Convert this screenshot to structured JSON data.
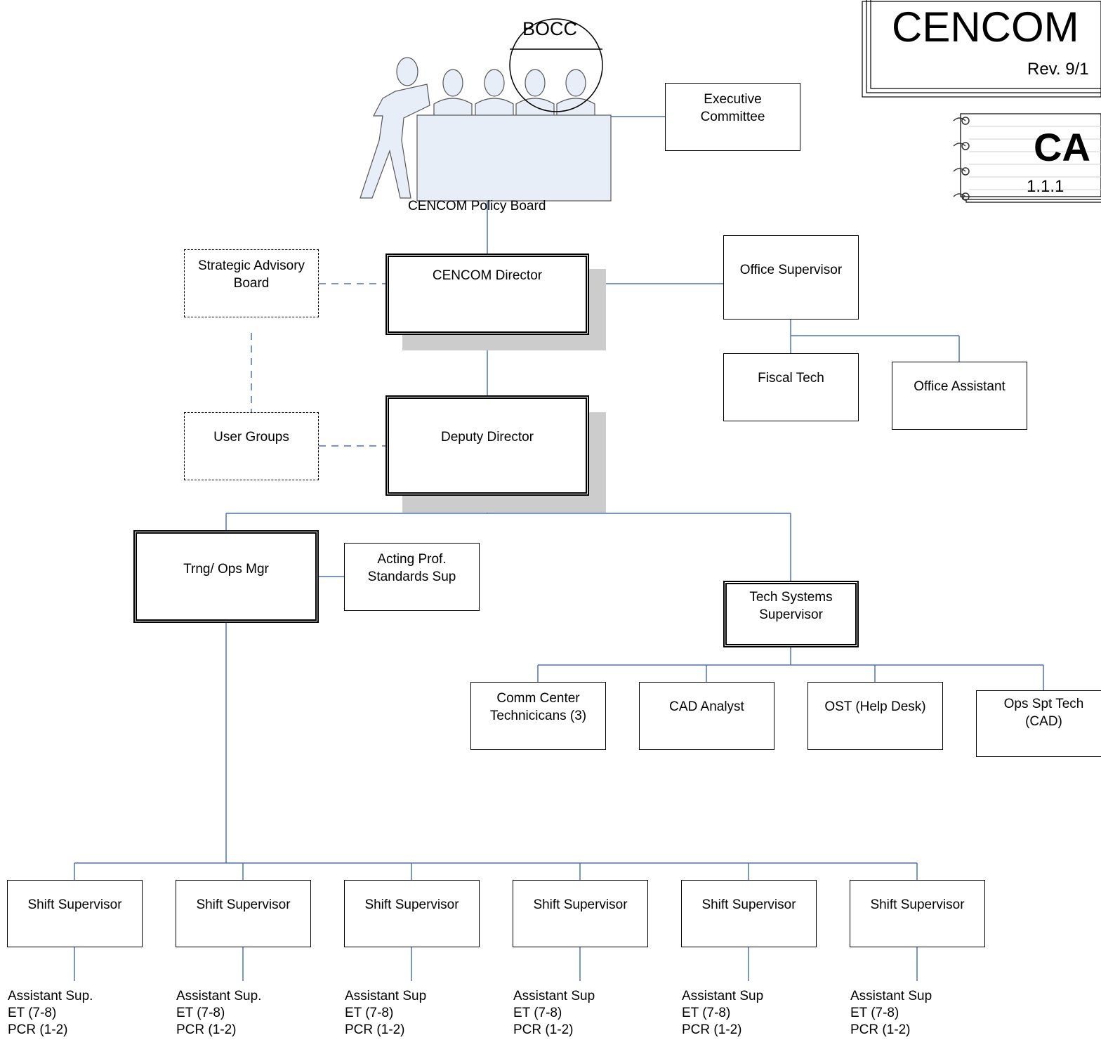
{
  "header": {
    "title": "CENCOM",
    "revision": "Rev. 9/1",
    "badge_title": "CA",
    "badge_ref": "1.1.1"
  },
  "bocc_label": "BOCC",
  "policy_board_label": "CENCOM Policy Board",
  "nodes": {
    "executive_committee": "Executive\nCommittee",
    "strategic_advisory_board": "Strategic Advisory\nBoard",
    "cencom_director": "CENCOM Director",
    "office_supervisor": "Office Supervisor",
    "fiscal_tech": "Fiscal Tech",
    "office_assistant": "Office Assistant",
    "user_groups": "User Groups",
    "deputy_director": "Deputy Director",
    "trng_ops_mgr": "Trng/ Ops Mgr",
    "acting_prof_standards_sup": "Acting Prof.\nStandards Sup",
    "tech_systems_supervisor": "Tech Systems\nSupervisor",
    "comm_center_technicians": "Comm Center\nTechnicicans (3)",
    "cad_analyst": "CAD Analyst",
    "ost_help_desk": "OST (Help Desk)",
    "ops_spt_tech": "Ops Spt Tech\n(CAD)"
  },
  "shifts": [
    {
      "supervisor": "Shift Supervisor",
      "staff": "Assistant Sup.\nET (7-8)\nPCR (1-2)"
    },
    {
      "supervisor": "Shift Supervisor",
      "staff": "Assistant Sup.\nET (7-8)\nPCR (1-2)"
    },
    {
      "supervisor": "Shift Supervisor",
      "staff": "Assistant Sup\nET (7-8)\nPCR (1-2)"
    },
    {
      "supervisor": "Shift Supervisor",
      "staff": "Assistant Sup\nET (7-8)\nPCR (1-2)"
    },
    {
      "supervisor": "Shift Supervisor",
      "staff": "Assistant Sup\nET (7-8)\nPCR (1-2)"
    },
    {
      "supervisor": "Shift Supervisor",
      "staff": "Assistant Sup\nET (7-8)\nPCR (1-2)"
    }
  ],
  "colors": {
    "connector": "#4a72b8",
    "shadow": "#cccccc",
    "board_fill": "#e8eef8"
  }
}
